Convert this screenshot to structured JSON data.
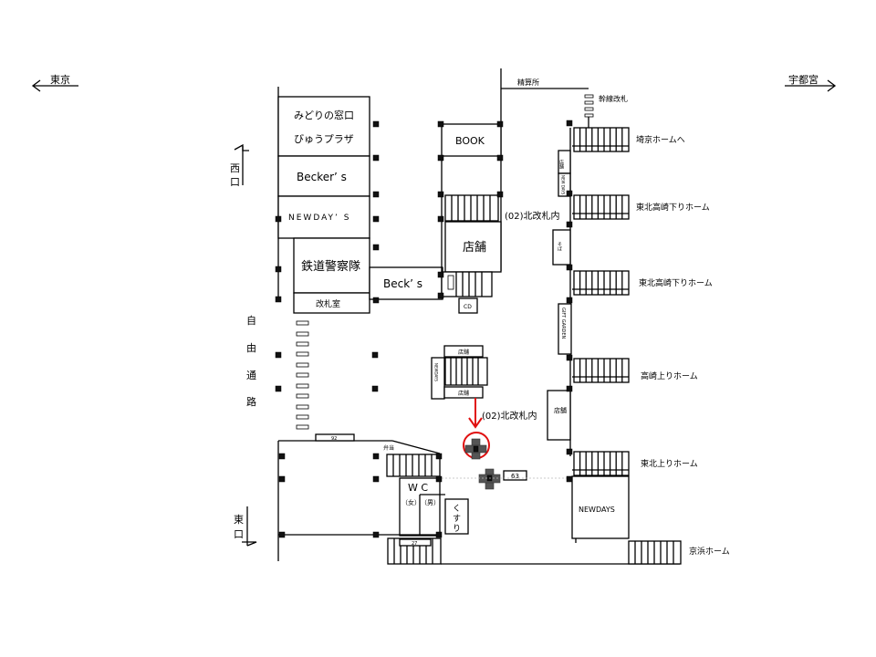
{
  "directions": {
    "tokyo": "東京",
    "utsunomiya": "宇都宮",
    "west_exit": [
      "西",
      "口"
    ],
    "east_exit": [
      "東",
      "口"
    ],
    "free_passage": [
      "自",
      "由",
      "通",
      "路"
    ]
  },
  "top_labels": {
    "seisanjo": "精算所",
    "shinkansen_gate": "幹線改札"
  },
  "left_block": {
    "midori_line1": "みどりの窓口",
    "midori_line2": "びゅうプラザ",
    "beckers": "Becker’ s",
    "newdays": "NEWDAY’ S",
    "police": "鉄道警察隊",
    "gate_office": "改札室",
    "becks": "Beck’ s"
  },
  "center_block": {
    "book": "BOOK",
    "shop": "店舗",
    "cd": "CD",
    "small_shop": "店舗",
    "newdays_vertical": "NEWDAYS",
    "north_gate_label_top": "(02)北改札内",
    "north_gate_label_arrow": "(02)北改札内"
  },
  "bottom_block": {
    "bento": "弁当",
    "wc": "W C",
    "women": "（女）",
    "men": "（男）",
    "pharmacy": [
      "く",
      "す",
      "り"
    ],
    "sign_92": "92",
    "sign_27": "27",
    "sign_63": "63"
  },
  "right_column": {
    "kiosk_shop": "店舗",
    "newdays_small": "NEW DAYS",
    "soba": "そば",
    "gift_garden": "GIFT GARDEN",
    "shop_lower": "店舗",
    "newdays_big": "NEWDAYS"
  },
  "platforms": [
    "埼京ホームへ",
    "東北高崎下りホーム",
    "東北高崎下りホーム",
    "高崎上りホーム",
    "東北上りホーム",
    "京浜ホーム"
  ],
  "highlight": {
    "color": "#e01010",
    "target": "(02)北改札内"
  }
}
